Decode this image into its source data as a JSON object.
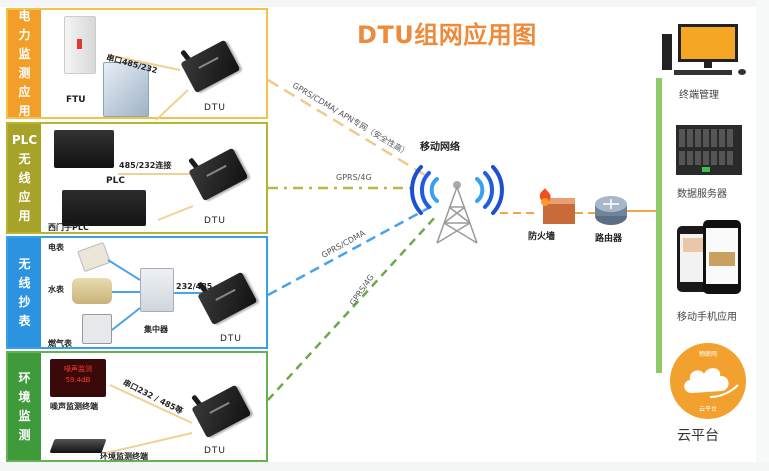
{
  "title": "DTU组网应用图",
  "panels": [
    {
      "side_label": [
        "电",
        "力",
        "监",
        "测",
        "应",
        "用"
      ],
      "devices": [
        "FTU"
      ],
      "link_label": "串口485/232",
      "dtu_label": "DTU"
    },
    {
      "side_label": [
        "PLC",
        "无",
        "线",
        "应",
        "用"
      ],
      "devices": [
        "PLC",
        "西门子PLC"
      ],
      "link_label": "485/232连接",
      "dtu_label": "DTU"
    },
    {
      "side_label": [
        "无",
        "线",
        "抄",
        "表"
      ],
      "devices": [
        "电表",
        "水表",
        "燃气表",
        "集中器"
      ],
      "link_label": "232/485",
      "dtu_label": "DTU"
    },
    {
      "side_label": [
        "环",
        "境",
        "监",
        "测"
      ],
      "devices": [
        "噪声监测终端",
        "环境监测终端"
      ],
      "display_text": [
        "噪声监测",
        "59.4dB"
      ],
      "link_label": "串口232 / 485等",
      "dtu_label": "DTU"
    }
  ],
  "network_links": [
    {
      "label": "GPRS/CDMA/ APN专网（安全性高）",
      "color": "#f2c98a"
    },
    {
      "label": "GPRS/4G",
      "color": "#b8b84a"
    },
    {
      "label": "GPRS/CDMA",
      "color": "#4aa3e8"
    },
    {
      "label": "GPRS/4G",
      "color": "#6aaa4a"
    }
  ],
  "center": {
    "tower_label": "移动网络",
    "firewall_label": "防火墙",
    "router_label": "路由器"
  },
  "right": {
    "terminal_label": "终端管理",
    "server_label": "数据服务器",
    "mobile_label": "移动手机应用",
    "cloud_top_text": "物联网",
    "cloud_bottom_text": "云平台",
    "cloud_label": "云平台"
  },
  "colors": {
    "title": "#ee8a3a",
    "panel1": "#f29e28",
    "panel2": "#a6a22a",
    "panel3": "#2b93e0",
    "panel4": "#3f9a3c",
    "bus": "#8fc96a",
    "cloud": "#f2a02e"
  }
}
